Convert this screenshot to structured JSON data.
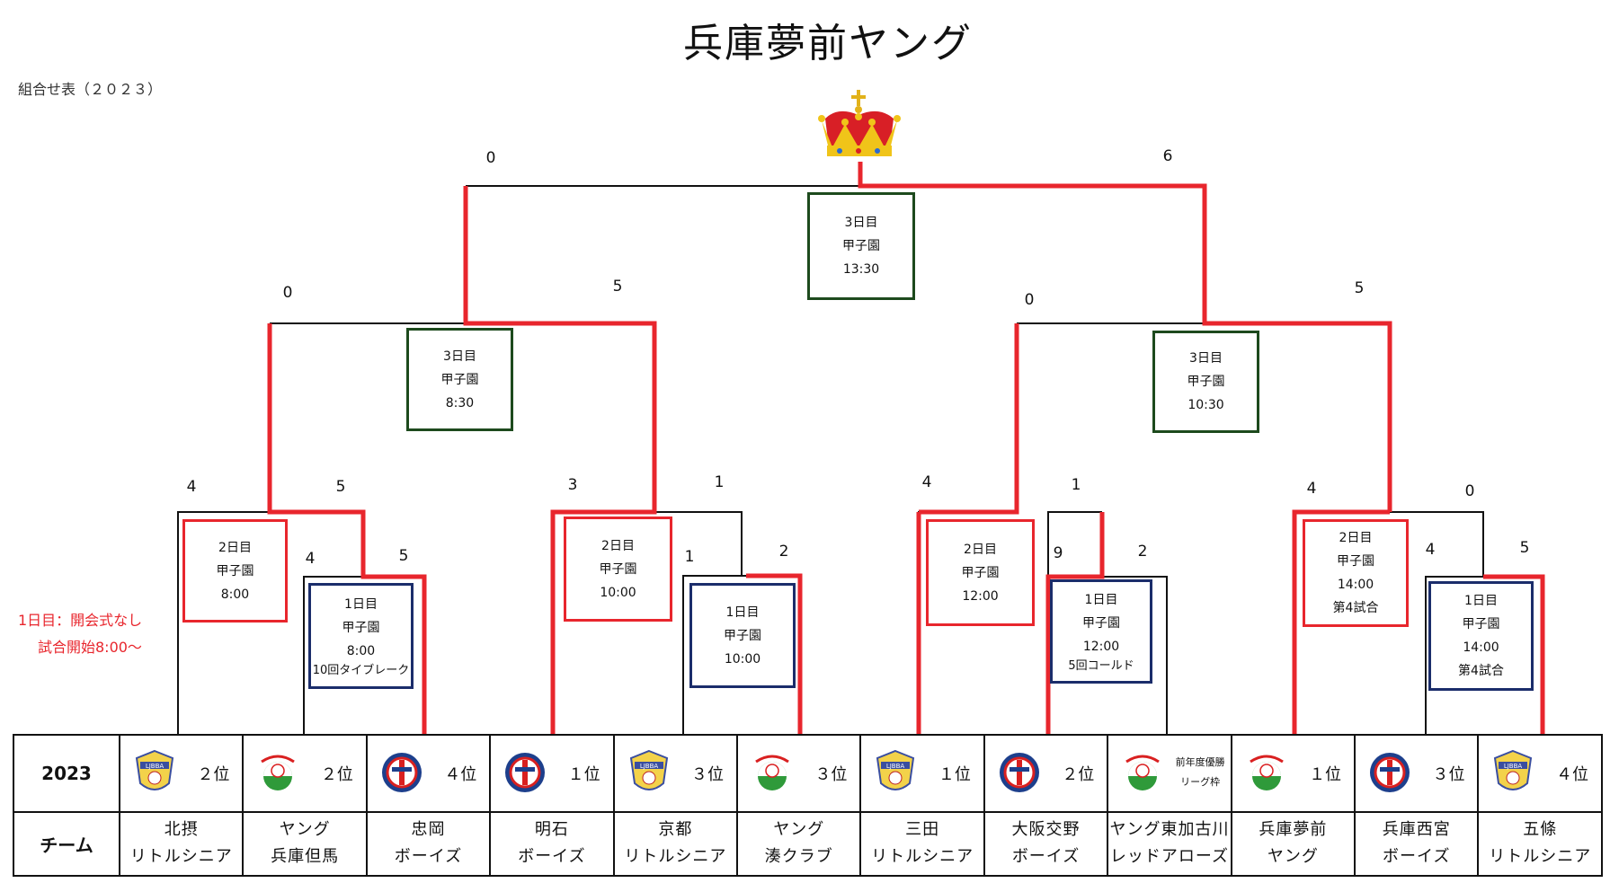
{
  "title": "兵庫夢前ヤング",
  "subtitle": "組合せ表（２０２３）",
  "notes": {
    "line1": "1日目：開会式なし",
    "line2": "試合開始8:00～"
  },
  "colors": {
    "winner_line": "#e8262d",
    "bracket_line": "#111111",
    "box_green": "#1d4a1d",
    "box_red": "#e8262d",
    "box_blue": "#1b2d6b"
  },
  "scores": {
    "final_left": "0",
    "final_right": "6",
    "sf_l_left": "0",
    "sf_l_right": "5",
    "sf_r_left": "0",
    "sf_r_right": "5",
    "qf1_left": "4",
    "qf1_right": "5",
    "qf2_left": "3",
    "qf2_right": "1",
    "qf3_left": "4",
    "qf3_right": "1",
    "qf4_left": "4",
    "qf4_right": "0",
    "r1a_left": "4",
    "r1a_right": "5",
    "r1b_left": "1",
    "r1b_right": "2",
    "r1c_left": "9",
    "r1c_right": "2",
    "r1d_left": "4",
    "r1d_right": "5"
  },
  "games": {
    "final": {
      "day": "3日目",
      "venue": "甲子園",
      "time": "13:30"
    },
    "sf_left": {
      "day": "3日目",
      "venue": "甲子園",
      "time": "8:30"
    },
    "sf_right": {
      "day": "3日目",
      "venue": "甲子園",
      "time": "10:30"
    },
    "qf1": {
      "day": "2日目",
      "venue": "甲子園",
      "time": "8:00"
    },
    "qf2": {
      "day": "2日目",
      "venue": "甲子園",
      "time": "10:00"
    },
    "qf3": {
      "day": "2日目",
      "venue": "甲子園",
      "time": "12:00"
    },
    "qf4": {
      "day": "2日目",
      "venue": "甲子園",
      "time": "14:00",
      "note": "第4試合"
    },
    "r1a": {
      "day": "1日目",
      "venue": "甲子園",
      "time": "8:00",
      "note": "10回タイブレーク"
    },
    "r1b": {
      "day": "1日目",
      "venue": "甲子園",
      "time": "10:00"
    },
    "r1c": {
      "day": "1日目",
      "venue": "甲子園",
      "time": "12:00",
      "note": "5回コールド"
    },
    "r1d": {
      "day": "1日目",
      "venue": "甲子園",
      "time": "14:00",
      "note": "第4試合"
    }
  },
  "table": {
    "year_label": "2023",
    "team_label": "チーム",
    "teams": [
      {
        "rank": "２位",
        "logo": "ljbba-logo",
        "name1": "北摂",
        "name2": "リトルシニア"
      },
      {
        "rank": "２位",
        "logo": "young-baseball-logo",
        "name1": "ヤング",
        "name2": "兵庫但馬"
      },
      {
        "rank": "４位",
        "logo": "boys-logo",
        "name1": "忠岡",
        "name2": "ボーイズ"
      },
      {
        "rank": "１位",
        "logo": "boys-logo",
        "name1": "明石",
        "name2": "ボーイズ"
      },
      {
        "rank": "３位",
        "logo": "ljbba-logo",
        "name1": "京都",
        "name2": "リトルシニア"
      },
      {
        "rank": "３位",
        "logo": "young-baseball-logo",
        "name1": "ヤング",
        "name2": "湊クラブ"
      },
      {
        "rank": "１位",
        "logo": "ljbba-logo",
        "name1": "三田",
        "name2": "リトルシニア"
      },
      {
        "rank": "２位",
        "logo": "boys-logo",
        "name1": "大阪交野",
        "name2": "ボーイズ"
      },
      {
        "rank": "前年度優勝リーグ枠",
        "logo": "young-baseball-logo",
        "name1": "ヤング東加古川",
        "name2": "レッドアローズ"
      },
      {
        "rank": "１位",
        "logo": "young-baseball-logo",
        "name1": "兵庫夢前",
        "name2": "ヤング"
      },
      {
        "rank": "３位",
        "logo": "boys-logo",
        "name1": "兵庫西宮",
        "name2": "ボーイズ"
      },
      {
        "rank": "４位",
        "logo": "ljbba-logo",
        "name1": "五條",
        "name2": "リトルシニア"
      }
    ]
  }
}
